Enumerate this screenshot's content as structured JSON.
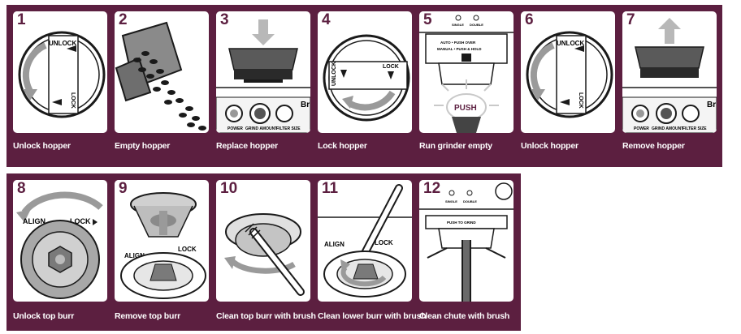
{
  "steps": [
    {
      "number": "1",
      "caption": "Unlock hopper"
    },
    {
      "number": "2",
      "caption": "Empty hopper"
    },
    {
      "number": "3",
      "caption": "Replace hopper"
    },
    {
      "number": "4",
      "caption": "Lock hopper"
    },
    {
      "number": "5",
      "caption": "Run grinder empty"
    },
    {
      "number": "6",
      "caption": "Unlock hopper"
    },
    {
      "number": "7",
      "caption": "Remove hopper"
    },
    {
      "number": "8",
      "caption": "Unlock top burr"
    },
    {
      "number": "9",
      "caption": "Remove top burr"
    },
    {
      "number": "10",
      "caption": "Clean top burr with brush"
    },
    {
      "number": "11",
      "caption": "Clean lower burr with brush"
    },
    {
      "number": "12",
      "caption": "Clean chute with brush"
    }
  ],
  "labels": {
    "unlock": "UNLOCK",
    "lock": "LOCK",
    "align": "ALIGN",
    "push": "PUSH",
    "power": "POWER",
    "grind_amount": "GRIND AMOUNT",
    "filter_size": "FILTER SIZE",
    "brand_fragment": "Br",
    "single": "SINGLE",
    "double": "DOUBLE",
    "auto_push_over": "AUTO • PUSH OVER",
    "manual_push_hold": "MANUAL • PUSH & HOLD",
    "push_to_grind": "PUSH TO GRIND"
  },
  "colors": {
    "band": "#5c1f40",
    "panel": "#ffffff",
    "ink": "#1a1a1a",
    "gray": "#8c8c8c",
    "light_gray": "#c9c9c9"
  }
}
